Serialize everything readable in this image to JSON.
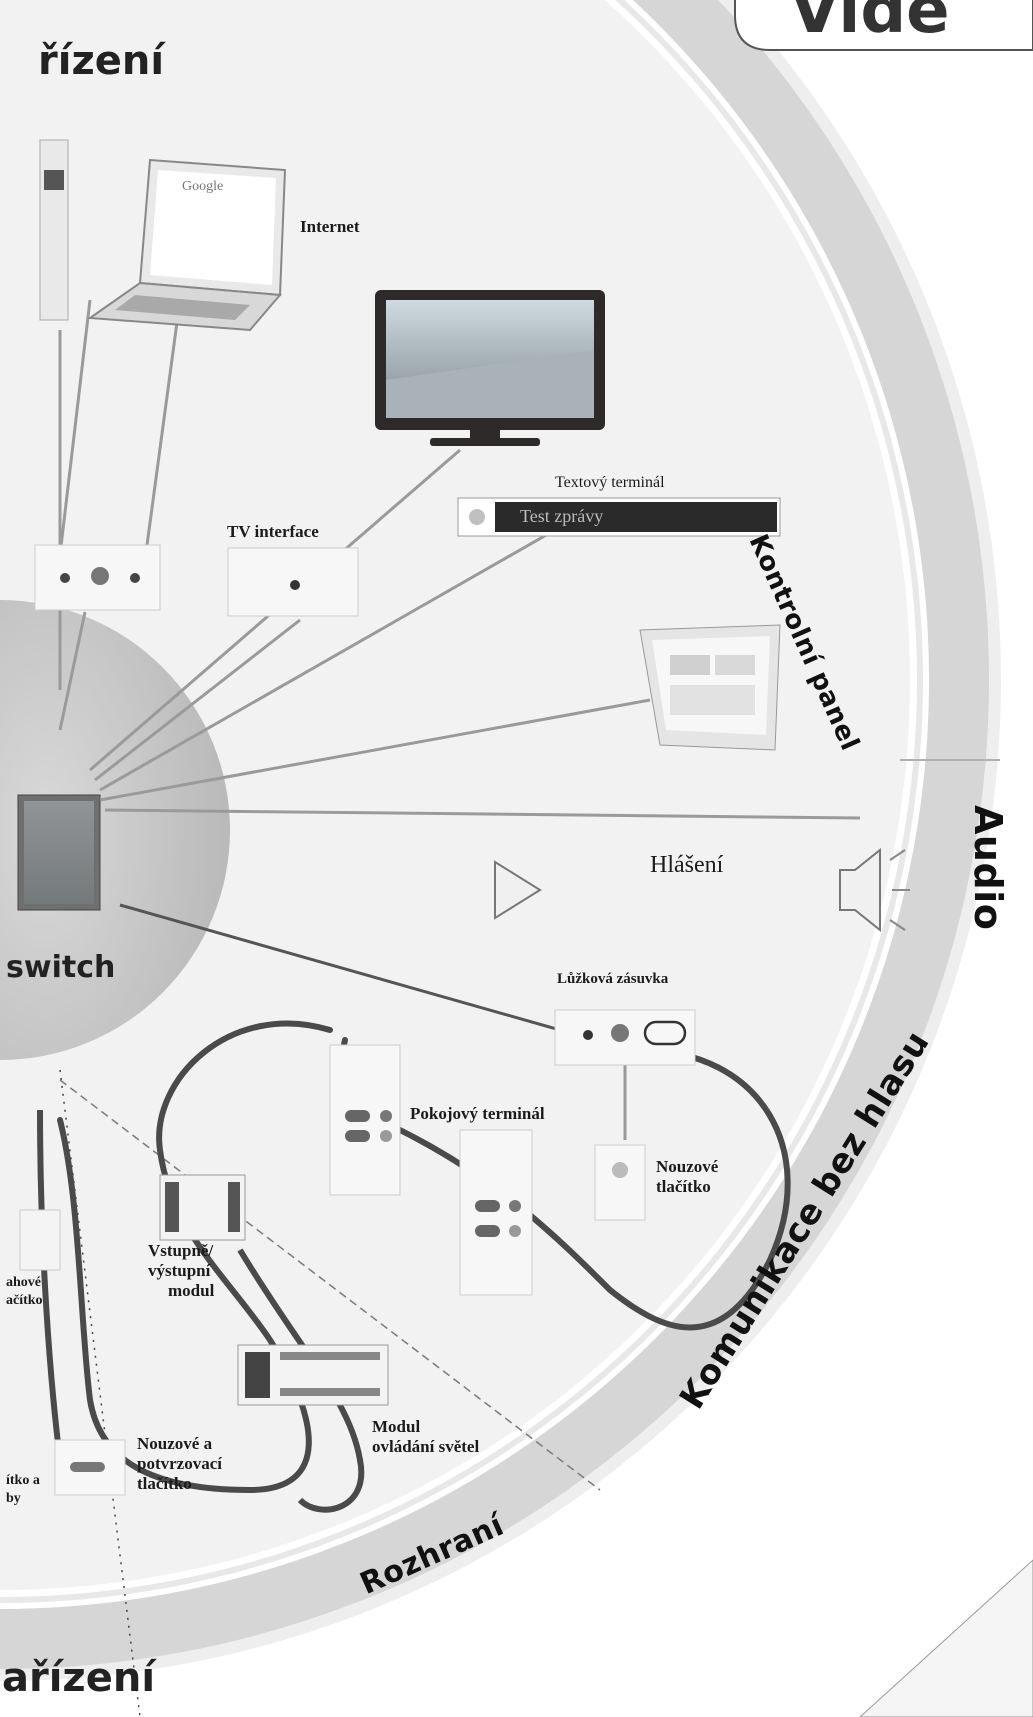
{
  "titles": {
    "top": "řízení",
    "bottom": "ařízení",
    "corner": "Vide"
  },
  "ring_labels": {
    "kontrolni_panel": "Kontrolní panel",
    "audio": "Audio",
    "komunikace": "Komunikace bez hlasu",
    "rozhrani": "Rozhraní"
  },
  "hub": {
    "label": "switch"
  },
  "devices": {
    "internet": "Internet",
    "tv_interface": "TV interface",
    "textovy_terminal": "Textový terminál",
    "terminal_screen_text": "Test zprávy",
    "hlaseni": "Hlášení",
    "luzkova_zasuvka": "Lůžková zásuvka",
    "pokojovy_terminal": "Pokojový terminál",
    "nouzove_tlacitko_1": "Nouzové",
    "nouzove_tlacitko_2": "tlačítko",
    "vstupne_1": "Vstupně/",
    "vstupne_2": "výstupní",
    "vstupne_3": "modul",
    "nouzove_potvrz_1": "Nouzové a",
    "nouzove_potvrz_2": "potvrzovací",
    "nouzove_potvrz_3": "tlačítko",
    "modul_svetel_1": "Modul",
    "modul_svetel_2": "ovládání světel",
    "laptop_screen": "Google",
    "left_partial_1": "ahové",
    "left_partial_2": "ačítko",
    "left_partial_3": "ítko a",
    "left_partial_4": "by"
  },
  "colors": {
    "ring": "#d4d4d4",
    "hub": "#c8c8c8",
    "cable": "#3a3a3a",
    "line": "#8a8a8a"
  }
}
